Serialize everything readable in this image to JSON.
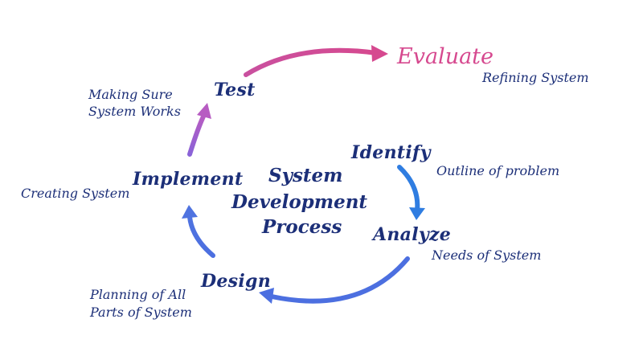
{
  "center": {
    "line1": "System",
    "line2": "Development",
    "line3": "Process"
  },
  "stages": {
    "identify": {
      "label": "Identify",
      "description": "Outline of problem"
    },
    "analyze": {
      "label": "Analyze",
      "description": "Needs of System"
    },
    "design": {
      "label": "Design",
      "description_line1": "Planning of All",
      "description_line2": "Parts of System"
    },
    "implement": {
      "label": "Implement",
      "description": "Creating System"
    },
    "test": {
      "label": "Test",
      "description_line1": "Making Sure",
      "description_line2": "System Works"
    },
    "evaluate": {
      "label": "Evaluate",
      "description": "Refining System"
    }
  },
  "colors": {
    "text": "#1c2f78",
    "evaluate": "#d6498f",
    "arrow_identify_analyze": "#2f7de1",
    "arrow_analyze_design": "#4c6fe0",
    "arrow_design_implement": "#4f73e0",
    "arrow_implement_test": "#9a5fcf",
    "arrow_test_evaluate": "#d6498f"
  }
}
